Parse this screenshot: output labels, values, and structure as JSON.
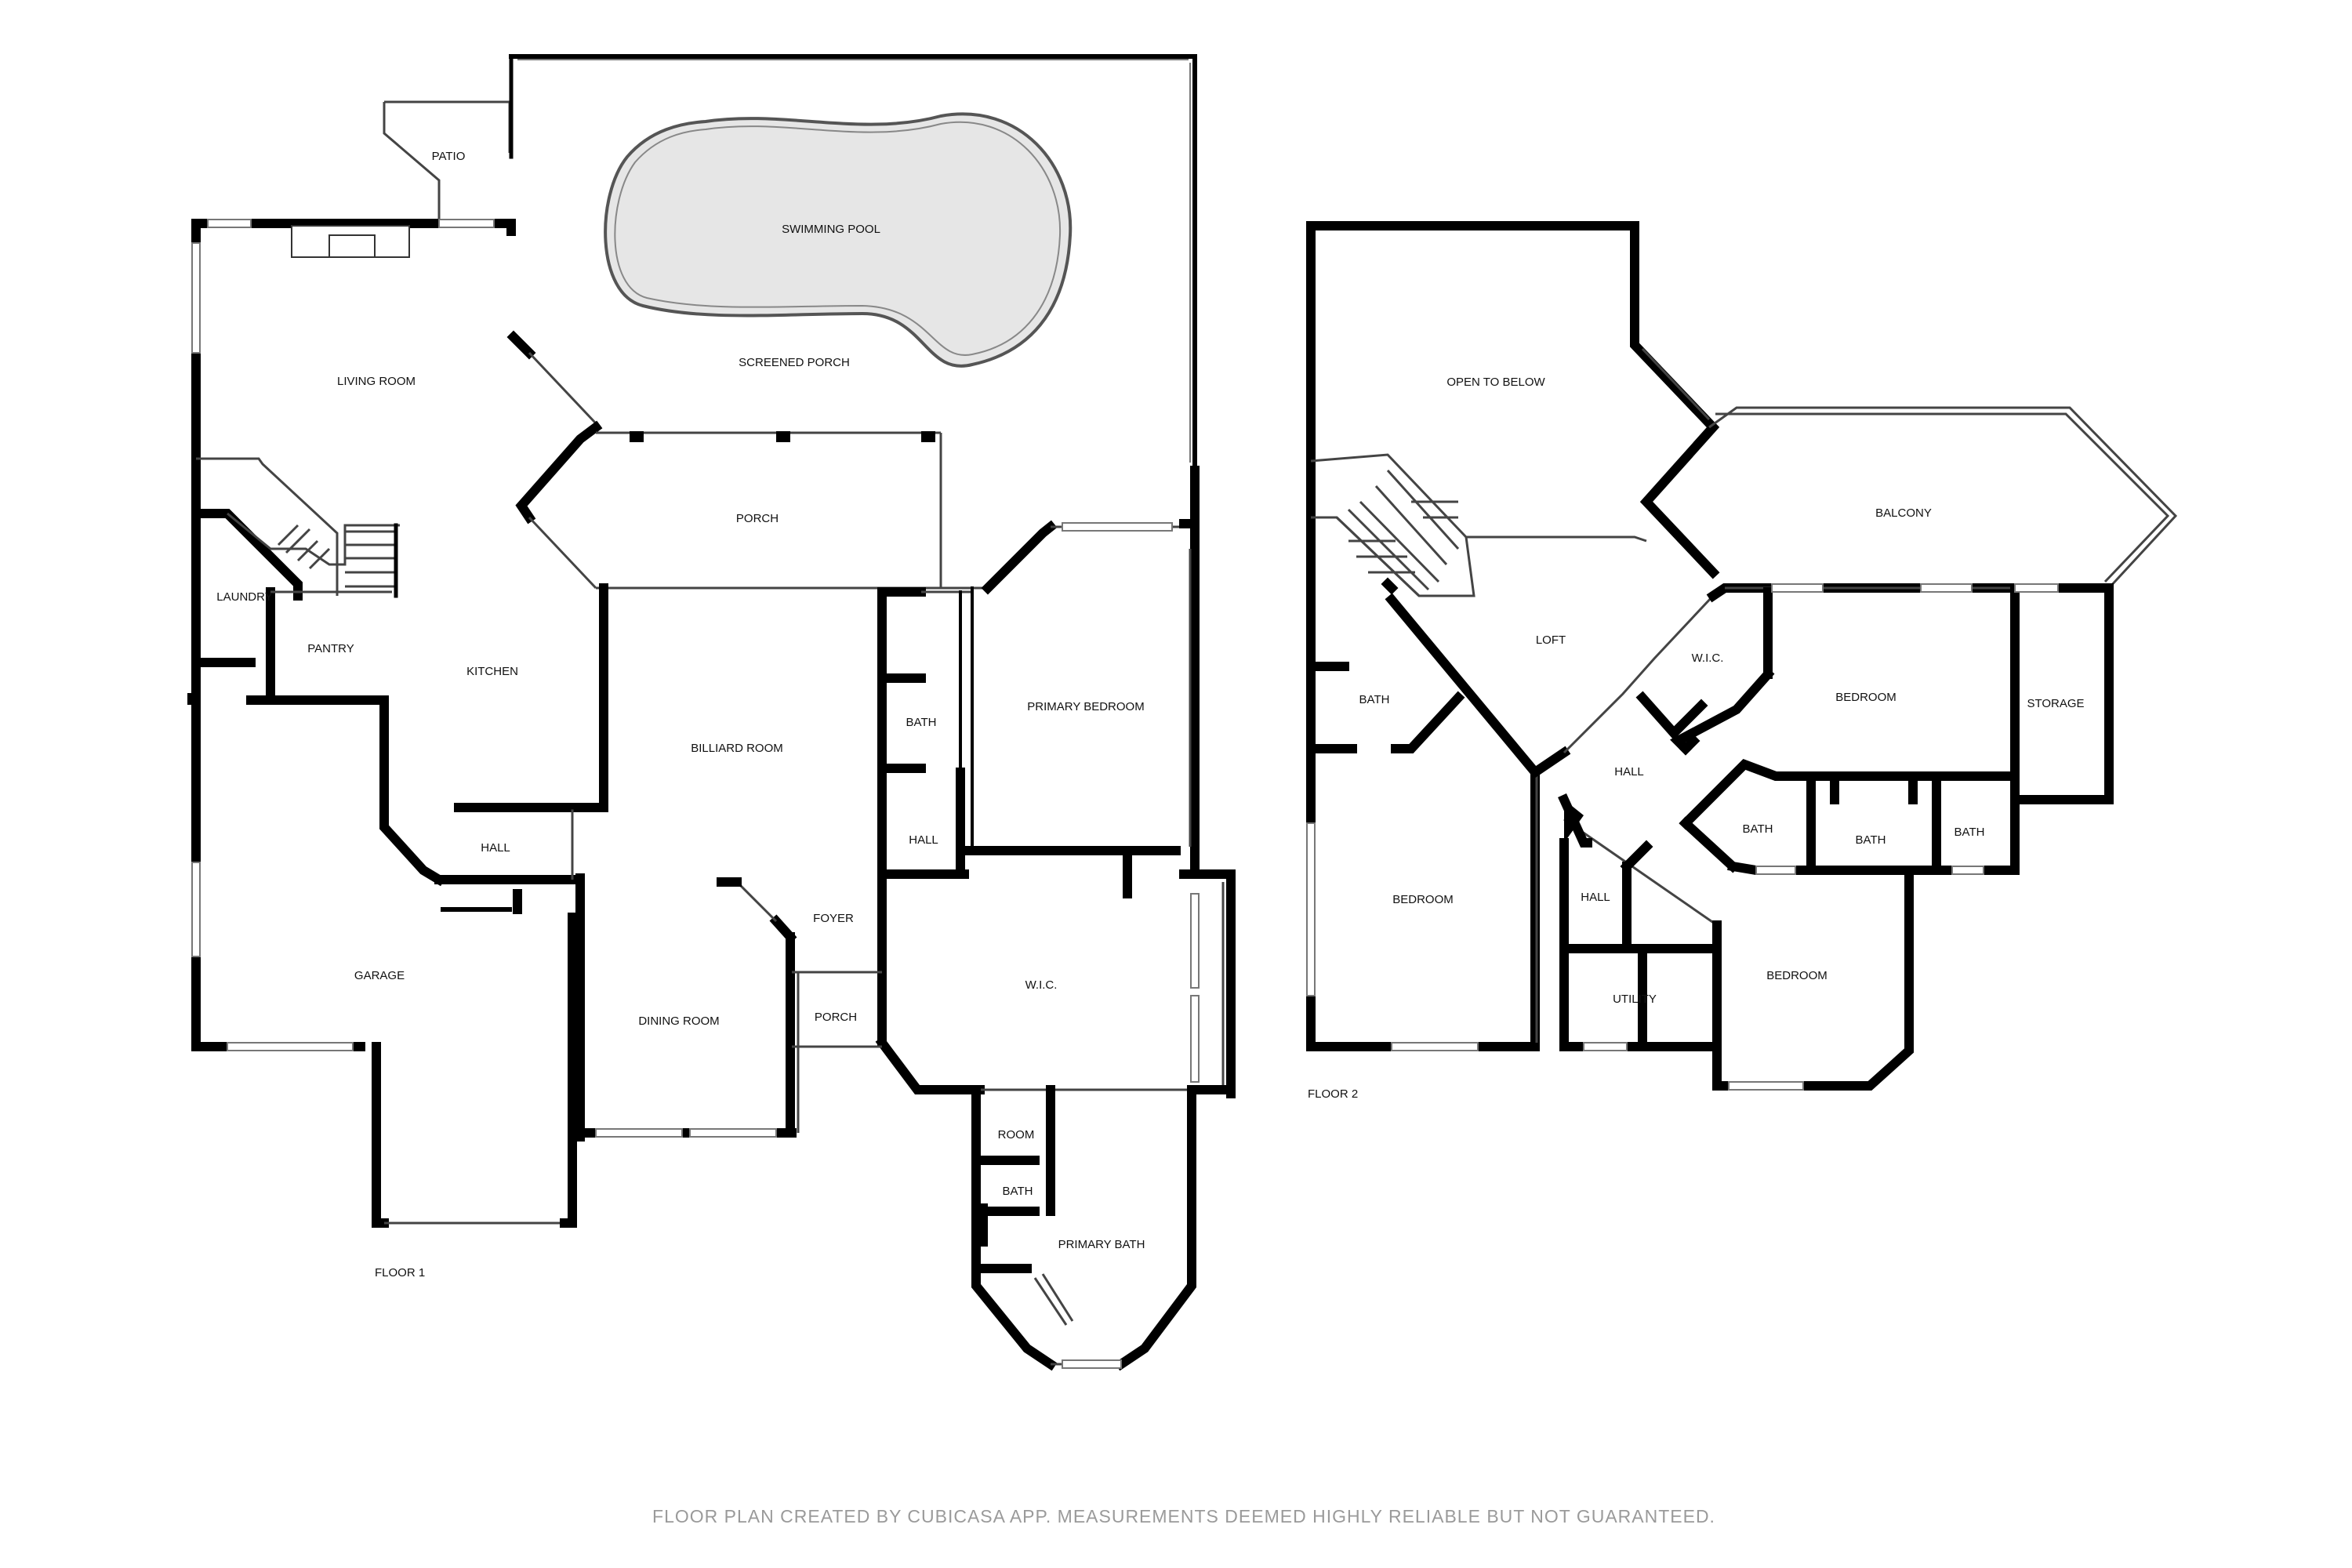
{
  "floor1": {
    "label": "FLOOR 1",
    "rooms": {
      "patio": "PATIO",
      "swimming_pool": "SWIMMING POOL",
      "screened_porch": "SCREENED PORCH",
      "living_room": "LIVING ROOM",
      "porch_rear": "PORCH",
      "laundry": "LAUNDRY",
      "pantry": "PANTRY",
      "kitchen": "KITCHEN",
      "billiard_room": "BILLIARD ROOM",
      "bath": "BATH",
      "primary_bedroom": "PRIMARY BEDROOM",
      "hall_bath": "HALL",
      "hall": "HALL",
      "foyer": "FOYER",
      "garage": "GARAGE",
      "wic": "W.I.C.",
      "porch_front": "PORCH",
      "dining_room": "DINING ROOM",
      "room": "ROOM",
      "bath_primary": "BATH",
      "primary_bath": "PRIMARY BATH"
    }
  },
  "floor2": {
    "label": "FLOOR 2",
    "rooms": {
      "open_to_below": "OPEN TO BELOW",
      "balcony": "BALCONY",
      "loft": "LOFT",
      "wic": "W.I.C.",
      "bath_left": "BATH",
      "bedroom_right": "BEDROOM",
      "storage": "STORAGE",
      "hall": "HALL",
      "bath_a": "BATH",
      "bath_b": "BATH",
      "bath_c": "BATH",
      "bedroom_left": "BEDROOM",
      "hall_small": "HALL",
      "utility": "UTILITY",
      "bedroom_bottom": "BEDROOM"
    }
  },
  "footer": "FLOOR PLAN CREATED BY CUBICASA APP. MEASUREMENTS DEEMED HIGHLY RELIABLE BUT NOT GUARANTEED.",
  "colors": {
    "wall": "#000000",
    "pool": "#e6e6e6",
    "footer_text": "#9a9a9a"
  }
}
